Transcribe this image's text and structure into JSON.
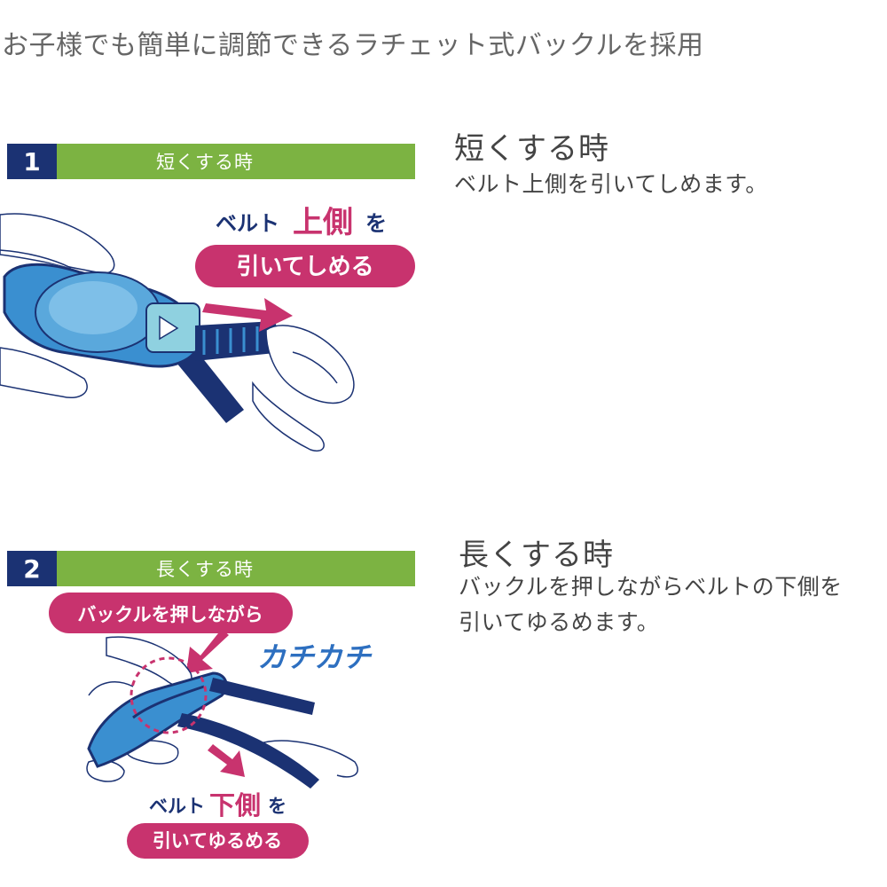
{
  "page": {
    "heading": "お子様でも簡単に調節できるラチェット式バックルを採用"
  },
  "colors": {
    "navy": "#1b3273",
    "green": "#7cb342",
    "magenta": "#c8336e",
    "buckle_blue": "#3a8fd0",
    "text_gray": "#444444"
  },
  "steps": [
    {
      "number": "1",
      "bar_title": "短くする時",
      "callout_line1_prefix": "ベルト",
      "callout_line1_emphasis": "上側",
      "callout_line1_suffix": "を",
      "callout_pill": "引いてしめる",
      "side_title": "短くする時",
      "side_desc_lines": [
        "ベルト上側を引いてしめます。"
      ]
    },
    {
      "number": "2",
      "bar_title": "長くする時",
      "top_pill": "バックルを押しながら",
      "sound_text": "カチカチ",
      "callout_line1_prefix": "ベルト",
      "callout_line1_emphasis": "下側",
      "callout_line1_suffix": "を",
      "callout_pill": "引いてゆるめる",
      "side_title": "長くする時",
      "side_desc_lines": [
        "バックルを押しながらベルトの下側を",
        "引いてゆるめます。"
      ]
    }
  ]
}
